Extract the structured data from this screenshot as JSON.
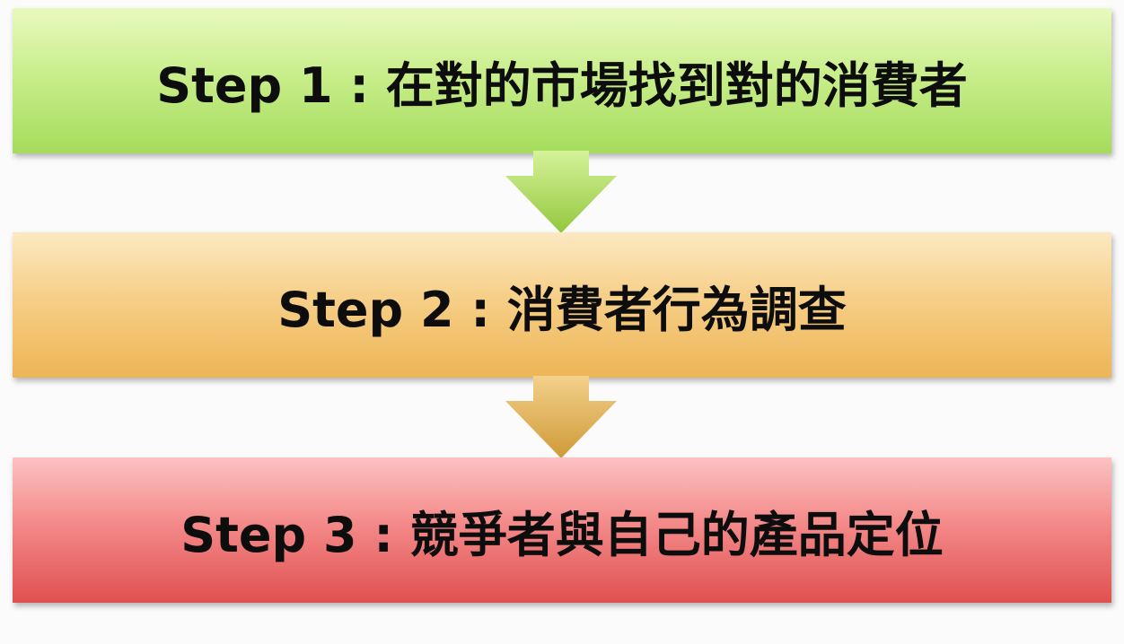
{
  "steps": [
    {
      "label": "Step 1 : 在對的市場找到對的消費者",
      "color": "#a5dc5c"
    },
    {
      "label": "Step 2 : 消費者行為調查",
      "color": "#edb556"
    },
    {
      "label": "Step 3 : 競爭者與自己的產品定位",
      "color": "#e05050"
    }
  ],
  "arrows": [
    {
      "icon": "down-arrow-icon",
      "color": "#9ed24a"
    },
    {
      "icon": "down-arrow-icon",
      "color": "#d9a646"
    }
  ]
}
